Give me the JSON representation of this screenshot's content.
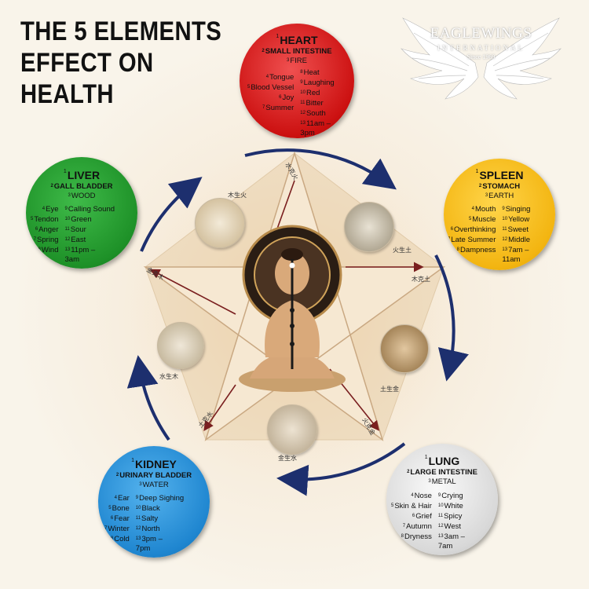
{
  "title": {
    "line1": "THE 5 ELEMENTS",
    "line2": "EFFECT ON",
    "line3": "HEALTH"
  },
  "logo": {
    "name": "EAGLEWINGS",
    "sub": "INTERNATIONAL",
    "since": "Since 1969"
  },
  "colors": {
    "fire": "#cc1111",
    "wood": "#1e9128",
    "earth": "#f3b511",
    "water": "#1f86d0",
    "metal": "#d8d8d8",
    "cycle_arrow": "#1d2f6e",
    "control_arrow": "#7a1f1f"
  },
  "elements": {
    "heart": {
      "organ": "HEART",
      "sub": "SMALL INTESTINE",
      "element": "FIRE",
      "left": [
        {
          "n": "4",
          "t": "Tongue"
        },
        {
          "n": "5",
          "t": "Blood Vessel"
        },
        {
          "n": "6",
          "t": "Joy"
        },
        {
          "n": "7",
          "t": "Summer"
        }
      ],
      "right": [
        {
          "n": "8",
          "t": "Heat"
        },
        {
          "n": "9",
          "t": "Laughing"
        },
        {
          "n": "10",
          "t": "Red"
        },
        {
          "n": "11",
          "t": "Bitter"
        },
        {
          "n": "12",
          "t": "South"
        },
        {
          "n": "13",
          "t": "11am –"
        },
        {
          "n": "",
          "t": "3pm"
        }
      ]
    },
    "liver": {
      "organ": "LIVER",
      "sub": "GALL BLADDER",
      "element": "WOOD",
      "left": [
        {
          "n": "4",
          "t": "Eye"
        },
        {
          "n": "5",
          "t": "Tendon"
        },
        {
          "n": "6",
          "t": "Anger"
        },
        {
          "n": "7",
          "t": "Spring"
        },
        {
          "n": "8",
          "t": "Wind"
        }
      ],
      "right": [
        {
          "n": "9",
          "t": "Calling Sound"
        },
        {
          "n": "10",
          "t": "Green"
        },
        {
          "n": "11",
          "t": "Sour"
        },
        {
          "n": "12",
          "t": "East"
        },
        {
          "n": "13",
          "t": "11pm –"
        },
        {
          "n": "",
          "t": "3am"
        }
      ]
    },
    "spleen": {
      "organ": "SPLEEN",
      "sub": "STOMACH",
      "element": "EARTH",
      "left": [
        {
          "n": "4",
          "t": "Mouth"
        },
        {
          "n": "5",
          "t": "Muscle"
        },
        {
          "n": "6",
          "t": "Overthinking"
        },
        {
          "n": "7",
          "t": "Late Summer"
        },
        {
          "n": "8",
          "t": "Dampness"
        }
      ],
      "right": [
        {
          "n": "9",
          "t": "Singing"
        },
        {
          "n": "10",
          "t": "Yellow"
        },
        {
          "n": "11",
          "t": "Sweet"
        },
        {
          "n": "12",
          "t": "Middle"
        },
        {
          "n": "13",
          "t": "7am –"
        },
        {
          "n": "",
          "t": "11am"
        }
      ]
    },
    "kidney": {
      "organ": "KIDNEY",
      "sub": "URINARY BLADDER",
      "element": "WATER",
      "left": [
        {
          "n": "4",
          "t": "Ear"
        },
        {
          "n": "5",
          "t": "Bone"
        },
        {
          "n": "6",
          "t": "Fear"
        },
        {
          "n": "7",
          "t": "Winter"
        },
        {
          "n": "8",
          "t": "Cold"
        }
      ],
      "right": [
        {
          "n": "9",
          "t": "Deep Sighing"
        },
        {
          "n": "10",
          "t": "Black"
        },
        {
          "n": "11",
          "t": "Salty"
        },
        {
          "n": "12",
          "t": "North"
        },
        {
          "n": "13",
          "t": "3pm –"
        },
        {
          "n": "",
          "t": "7pm"
        }
      ]
    },
    "lung": {
      "organ": "LUNG",
      "sub": "LARGE INTESTINE",
      "element": "METAL",
      "left": [
        {
          "n": "4",
          "t": "Nose"
        },
        {
          "n": "5",
          "t": "Skin & Hair"
        },
        {
          "n": "6",
          "t": "Grief"
        },
        {
          "n": "7",
          "t": "Autumn"
        },
        {
          "n": "8",
          "t": "Dryness"
        }
      ],
      "right": [
        {
          "n": "9",
          "t": "Crying"
        },
        {
          "n": "10",
          "t": "White"
        },
        {
          "n": "11",
          "t": "Spicy"
        },
        {
          "n": "12",
          "t": "West"
        },
        {
          "n": "13",
          "t": "3am –"
        },
        {
          "n": "",
          "t": "7am"
        }
      ]
    }
  },
  "annotations": {
    "wood_fire": "木生火",
    "fire_metal": "水克火",
    "fire_earth": "火生土",
    "wood_earth": "木克土",
    "water_wood": "水生木",
    "earth_metal": "土生金",
    "metal_water": "金生水",
    "metal_wood": "金克木",
    "earth_water": "土克水",
    "fire_metal_ctrl": "火克金"
  }
}
